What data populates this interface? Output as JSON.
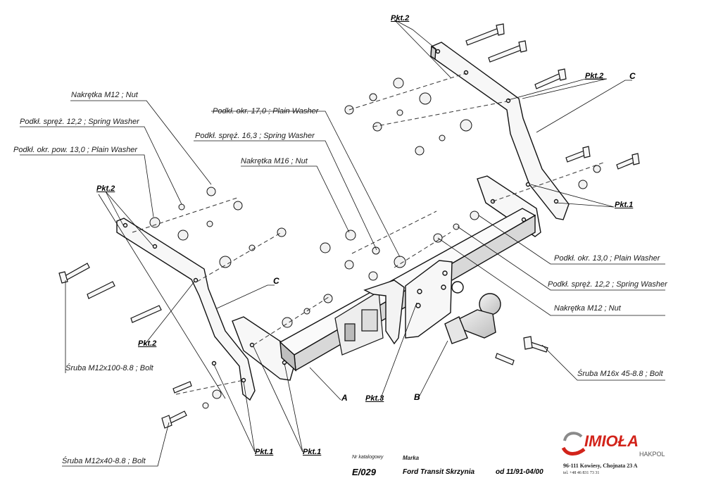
{
  "labels": {
    "nut_m12_left": "Nakrętka  M12 ; Nut",
    "spring_washer_12_left": "Podkł. spręż. 12,2 ; Spring Washer",
    "plain_washer_13_pow": "Podkł. okr. pow. 13,0 ; Plain Washer",
    "plain_washer_17": "Podkł. okr. 17,0 ;  Plain Washer",
    "spring_washer_16": "Podkł. spręż. 16,3 ; Spring Washer",
    "nut_m16": "Nakrętka  M16 ; Nut",
    "plain_washer_13_right": "Podkł. okr. 13,0 ; Plain Washer",
    "spring_washer_12_right": "Podkł. spręż. 12,2 ; Spring Washer",
    "nut_m12_right": "Nakrętka  M12 ; Nut",
    "bolt_m16": "Śruba M16x 45-8.8 ;  Bolt",
    "bolt_m12x100": "Śruba M12x100-8.8 ;  Bolt",
    "bolt_m12x40": "Śruba M12x40-8.8 ;  Bolt"
  },
  "points": {
    "pkt2_top": "Pkt.2",
    "pkt2_right": "Pkt.2",
    "pkt2_left": "Pkt.2",
    "pkt2_mid": "Pkt.2",
    "pkt1_right": "Pkt.1",
    "pkt1_a": "Pkt.1",
    "pkt1_b": "Pkt.1",
    "pkt3": "Pkt.3"
  },
  "parts": {
    "a": "A",
    "b": "B",
    "c_left": "C",
    "c_right": "C"
  },
  "footer": {
    "catalog_label": "Nr katalogowy",
    "catalog_no": "E/029",
    "make_label": "Marka",
    "vehicle": "Ford Transit Skrzynia",
    "years": "od 11/91-04/00",
    "address": "96-111 Kowiesy,  Chojnata 23 A",
    "phone": "tel. +48 46 831 73 31"
  },
  "logo": {
    "brand": "IMIOŁA",
    "sub": "HAKPOL",
    "brand_color": "#d2231a"
  }
}
